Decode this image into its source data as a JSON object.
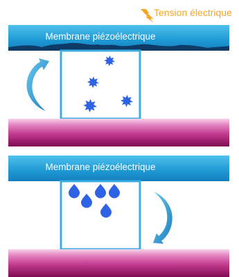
{
  "voltage_label": "Tension électrique",
  "top_panel": {
    "membrane_label": "Membrane piézoélectrique"
  },
  "bottom_panel": {
    "membrane_label": "Membrane piézoélectrique"
  },
  "colors": {
    "membrane_blue": "#2aa4dc",
    "chamber_outline": "#3aaee0",
    "particle_blue": "#2f63e6",
    "arrow_blue": "#2e9ad6",
    "base_magenta": "#b11a78",
    "voltage_orange": "#f5a623"
  },
  "icons": [
    "lightning-icon",
    "rotation-arrow-icon",
    "star-particle-icon",
    "droplet-icon"
  ]
}
